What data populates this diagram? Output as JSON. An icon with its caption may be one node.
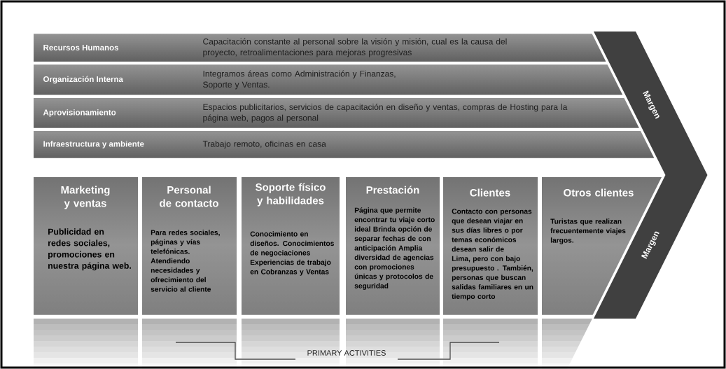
{
  "diagram": {
    "nodes": [
      {
        "text": [
          "Recursos Humanos",
          "Capacitación constante al personal sobre la visión y misión, cual es la causa del proyecto, retroalimentaciones para mejoras progresivas"
        ]
      },
      {
        "text": [
          "Organización Interna",
          "Integramos áreas como Administración y Finanzas, Soporte y Ventas."
        ]
      },
      {
        "text": [
          "Aprovisionamiento",
          "Espacios publicitarios, servicios de capacitación en diseño y ventas, compras de Hosting para la página web, pagos al personal"
        ]
      },
      {
        "text": [
          "Infraestructura y ambiente",
          "Trabajo remoto, oficinas en casa"
        ]
      },
      {
        "text": [
          "Marketing y ventas",
          "Publicidad en redes sociales, promociones en nuestra página web."
        ]
      },
      {
        "text": [
          "Personal de contacto",
          "Para redes sociales, páginas y vías telefónicas. Atendiendo necesidades y ofrecimiento del servicio al cliente"
        ]
      },
      {
        "text": [
          "Soporte físico y habilidades",
          "Conocimiento en diseños. Conocimientos de negociaciones Experiencias de trabajo en Cobranzas y Ventas"
        ]
      },
      {
        "text": [
          "Prestación",
          "Página que permite encontrar tu viaje corto ideal Brinda opción de separar fechas de con anticipación Amplia diversidad de agencias con promociones únicas y protocolos de seguridad"
        ]
      },
      {
        "text": [
          "Clientes",
          "Contacto con personas que desean viajar en sus días libres o por temas económicos desean salir de Lima, pero con bajo presupuesto . También, personas que buscan salidas familiares en un tiempo corto"
        ]
      },
      {
        "text": [
          "Otros clientes",
          "Turistas que realizan frecuentemente viajes largos."
        ]
      },
      {
        "text": [
          "Margen",
          "Margen"
        ]
      }
    ],
    "labels": [
      "PRIMARY ACTIVITIES"
    ]
  }
}
